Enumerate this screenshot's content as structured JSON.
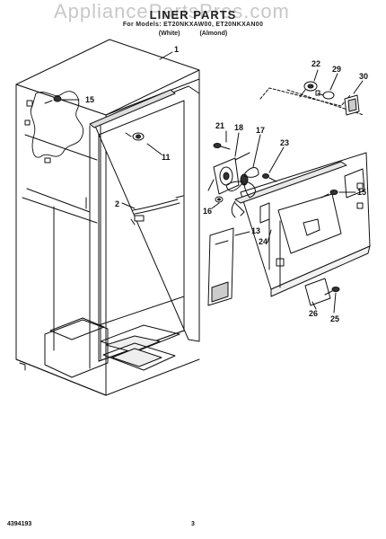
{
  "watermark": "AppliancePartsPros.com",
  "header": {
    "title": "LINER PARTS",
    "models": "For Models: ET20NKXAW00, ET20NKXAN00",
    "color_white": "(White)",
    "color_almond": "(Almond)"
  },
  "callouts": {
    "c1": "1",
    "c2": "2",
    "c11": "11",
    "c13": "13",
    "c15a": "15",
    "c15b": "15",
    "c16": "16",
    "c17": "17",
    "c18": "18",
    "c21": "21",
    "c22": "22",
    "c23": "23",
    "c24": "24",
    "c25": "25",
    "c26": "26",
    "c29": "29",
    "c30": "30"
  },
  "footer": {
    "part_number": "4394193",
    "page": "3"
  }
}
